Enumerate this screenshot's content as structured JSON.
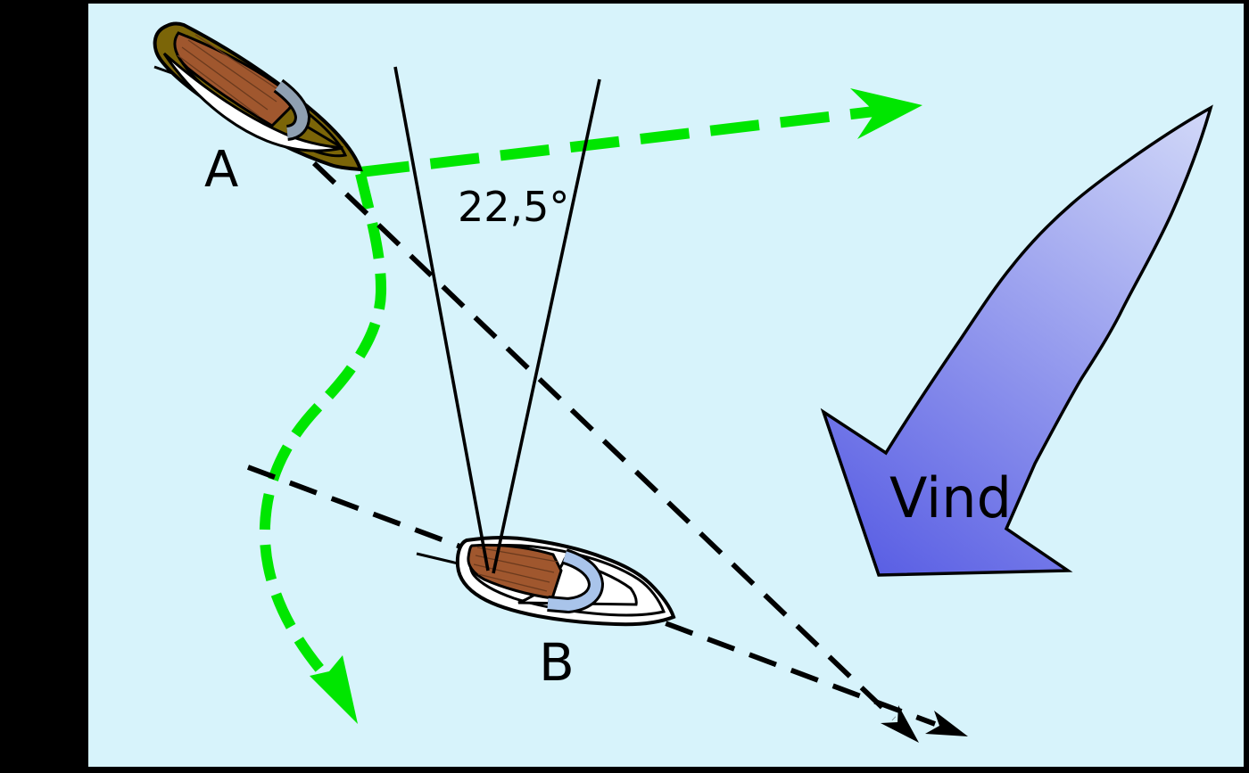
{
  "labels": {
    "boat_a": "A",
    "boat_b": "B",
    "angle": "22,5°",
    "wind": "Vind"
  },
  "colors": {
    "water": "#d7f3fb",
    "frame_black": "#000000",
    "line_black": "#000000",
    "route_green": "#00e600",
    "boat_a_hull": "#7b6508",
    "hull_white": "#ffffff",
    "deck_brown": "#a0572e",
    "plank_line": "#6b3a1d",
    "cockpit_a": "#8fa0b2",
    "cockpit_b": "#a9c4ea",
    "wind_gradient_light": "#d2d9f8",
    "wind_gradient_dark": "#5a5fe4",
    "label_color": "#000000"
  }
}
